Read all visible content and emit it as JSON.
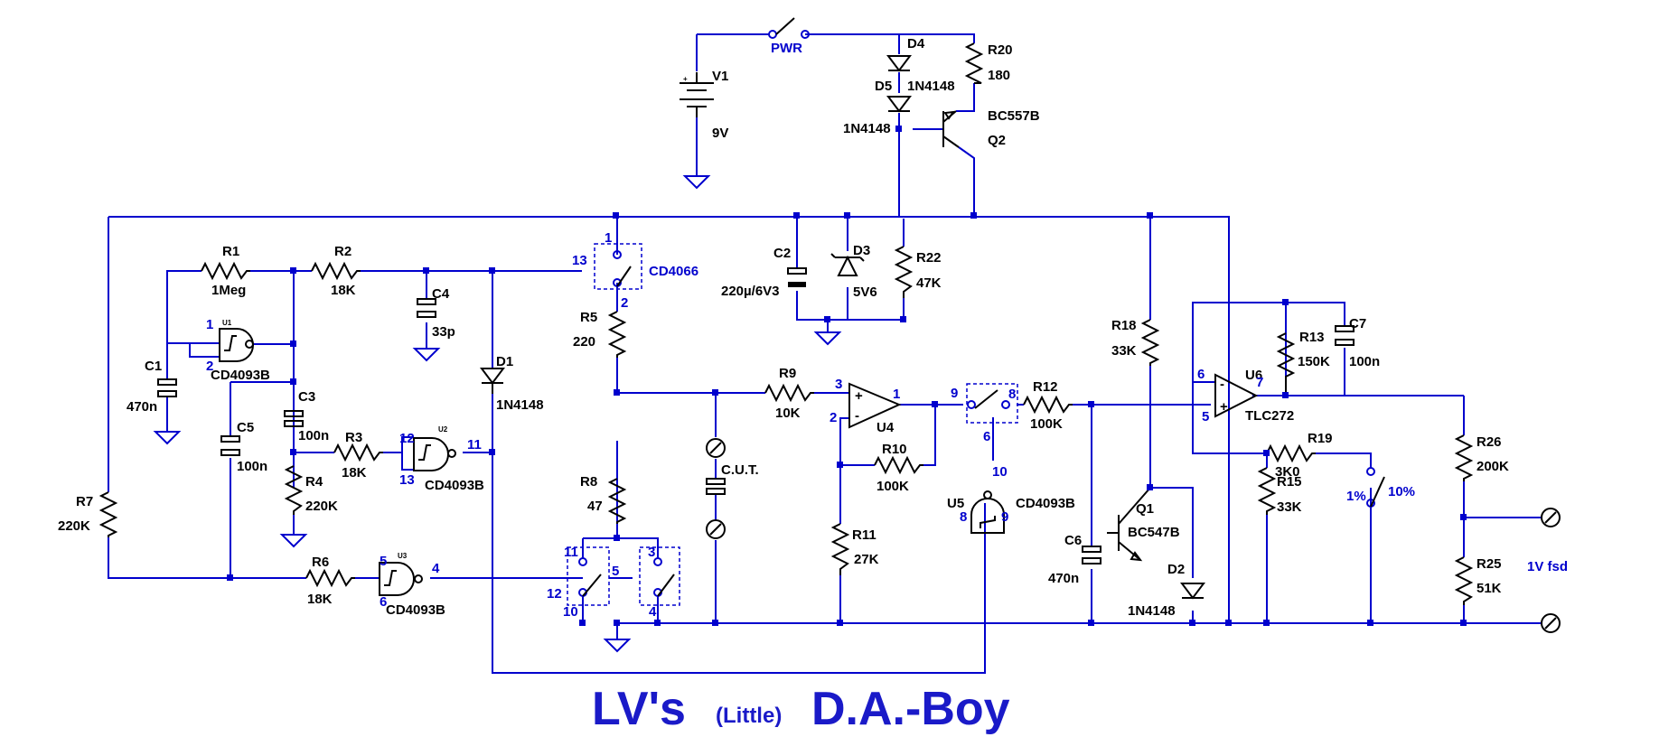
{
  "title": {
    "main_left": "LV's",
    "small": "(Little)",
    "main_right": "D.A.-Boy"
  },
  "power": {
    "switch_label": "PWR",
    "battery_ref": "V1",
    "battery_value": "9V"
  },
  "components": {
    "R1": {
      "ref": "R1",
      "value": "1Meg"
    },
    "R2": {
      "ref": "R2",
      "value": "18K"
    },
    "R3": {
      "ref": "R3",
      "value": "18K"
    },
    "R4": {
      "ref": "R4",
      "value": "220K"
    },
    "R5": {
      "ref": "R5",
      "value": "220"
    },
    "R6": {
      "ref": "R6",
      "value": "18K"
    },
    "R7": {
      "ref": "R7",
      "value": "220K"
    },
    "R8": {
      "ref": "R8",
      "value": "47"
    },
    "R9": {
      "ref": "R9",
      "value": "10K"
    },
    "R10": {
      "ref": "R10",
      "value": "100K"
    },
    "R11": {
      "ref": "R11",
      "value": "27K"
    },
    "R12": {
      "ref": "R12",
      "value": "100K"
    },
    "R13": {
      "ref": "R13",
      "value": "150K"
    },
    "R15": {
      "ref": "R15",
      "value": "33K"
    },
    "R18": {
      "ref": "R18",
      "value": "33K"
    },
    "R19": {
      "ref": "R19",
      "value": "3K0"
    },
    "R20": {
      "ref": "R20",
      "value": "180"
    },
    "R22": {
      "ref": "R22",
      "value": "47K"
    },
    "R25": {
      "ref": "R25",
      "value": "51K"
    },
    "R26": {
      "ref": "R26",
      "value": "200K"
    },
    "C1": {
      "ref": "C1",
      "value": "470n"
    },
    "C2": {
      "ref": "C2",
      "value": "220µ/6V3"
    },
    "C3": {
      "ref": "C3",
      "value": "100n"
    },
    "C4": {
      "ref": "C4",
      "value": "33p"
    },
    "C5": {
      "ref": "C5",
      "value": "100n"
    },
    "C6": {
      "ref": "C6",
      "value": "470n"
    },
    "C7": {
      "ref": "C7",
      "value": "100n"
    },
    "D1": {
      "ref": "D1",
      "value": "1N4148"
    },
    "D2": {
      "ref": "D2",
      "value": "1N4148"
    },
    "D3": {
      "ref": "D3",
      "value": "5V6"
    },
    "D4": {
      "ref": "D4",
      "value": "1N4148"
    },
    "D5": {
      "ref": "D5",
      "value": "1N4148"
    },
    "Q1": {
      "ref": "Q1",
      "value": "BC547B"
    },
    "Q2": {
      "ref": "Q2",
      "value": "BC557B"
    },
    "U1": {
      "ref": "U1",
      "value": "CD4093B"
    },
    "U2": {
      "ref": "U2",
      "value": "CD4093B"
    },
    "U3": {
      "ref": "U3",
      "value": "CD4093B"
    },
    "U4": {
      "ref": "U4"
    },
    "U5": {
      "ref": "U5",
      "value": "CD4093B"
    },
    "U6": {
      "ref": "U6",
      "value": "TLC272"
    },
    "switch_ic": {
      "value": "CD4066"
    },
    "cut": {
      "label": "C.U.T."
    }
  },
  "range_switch": {
    "pos_a": "1%",
    "pos_b": "10%"
  },
  "output": {
    "label": "1V fsd"
  },
  "pins": {
    "u1": [
      "1",
      "2"
    ],
    "u2": [
      "12",
      "13",
      "11"
    ],
    "u3": [
      "5",
      "6",
      "4"
    ],
    "sw_top": [
      "1",
      "13",
      "2"
    ],
    "sw_bottom": [
      "11",
      "3",
      "5",
      "12",
      "10",
      "4"
    ],
    "u4": [
      "3",
      "2",
      "1"
    ],
    "sw_mid": [
      "9",
      "8",
      "6"
    ],
    "u5": [
      "10",
      "8",
      "9"
    ],
    "u6": [
      "6",
      "5",
      "7"
    ]
  }
}
